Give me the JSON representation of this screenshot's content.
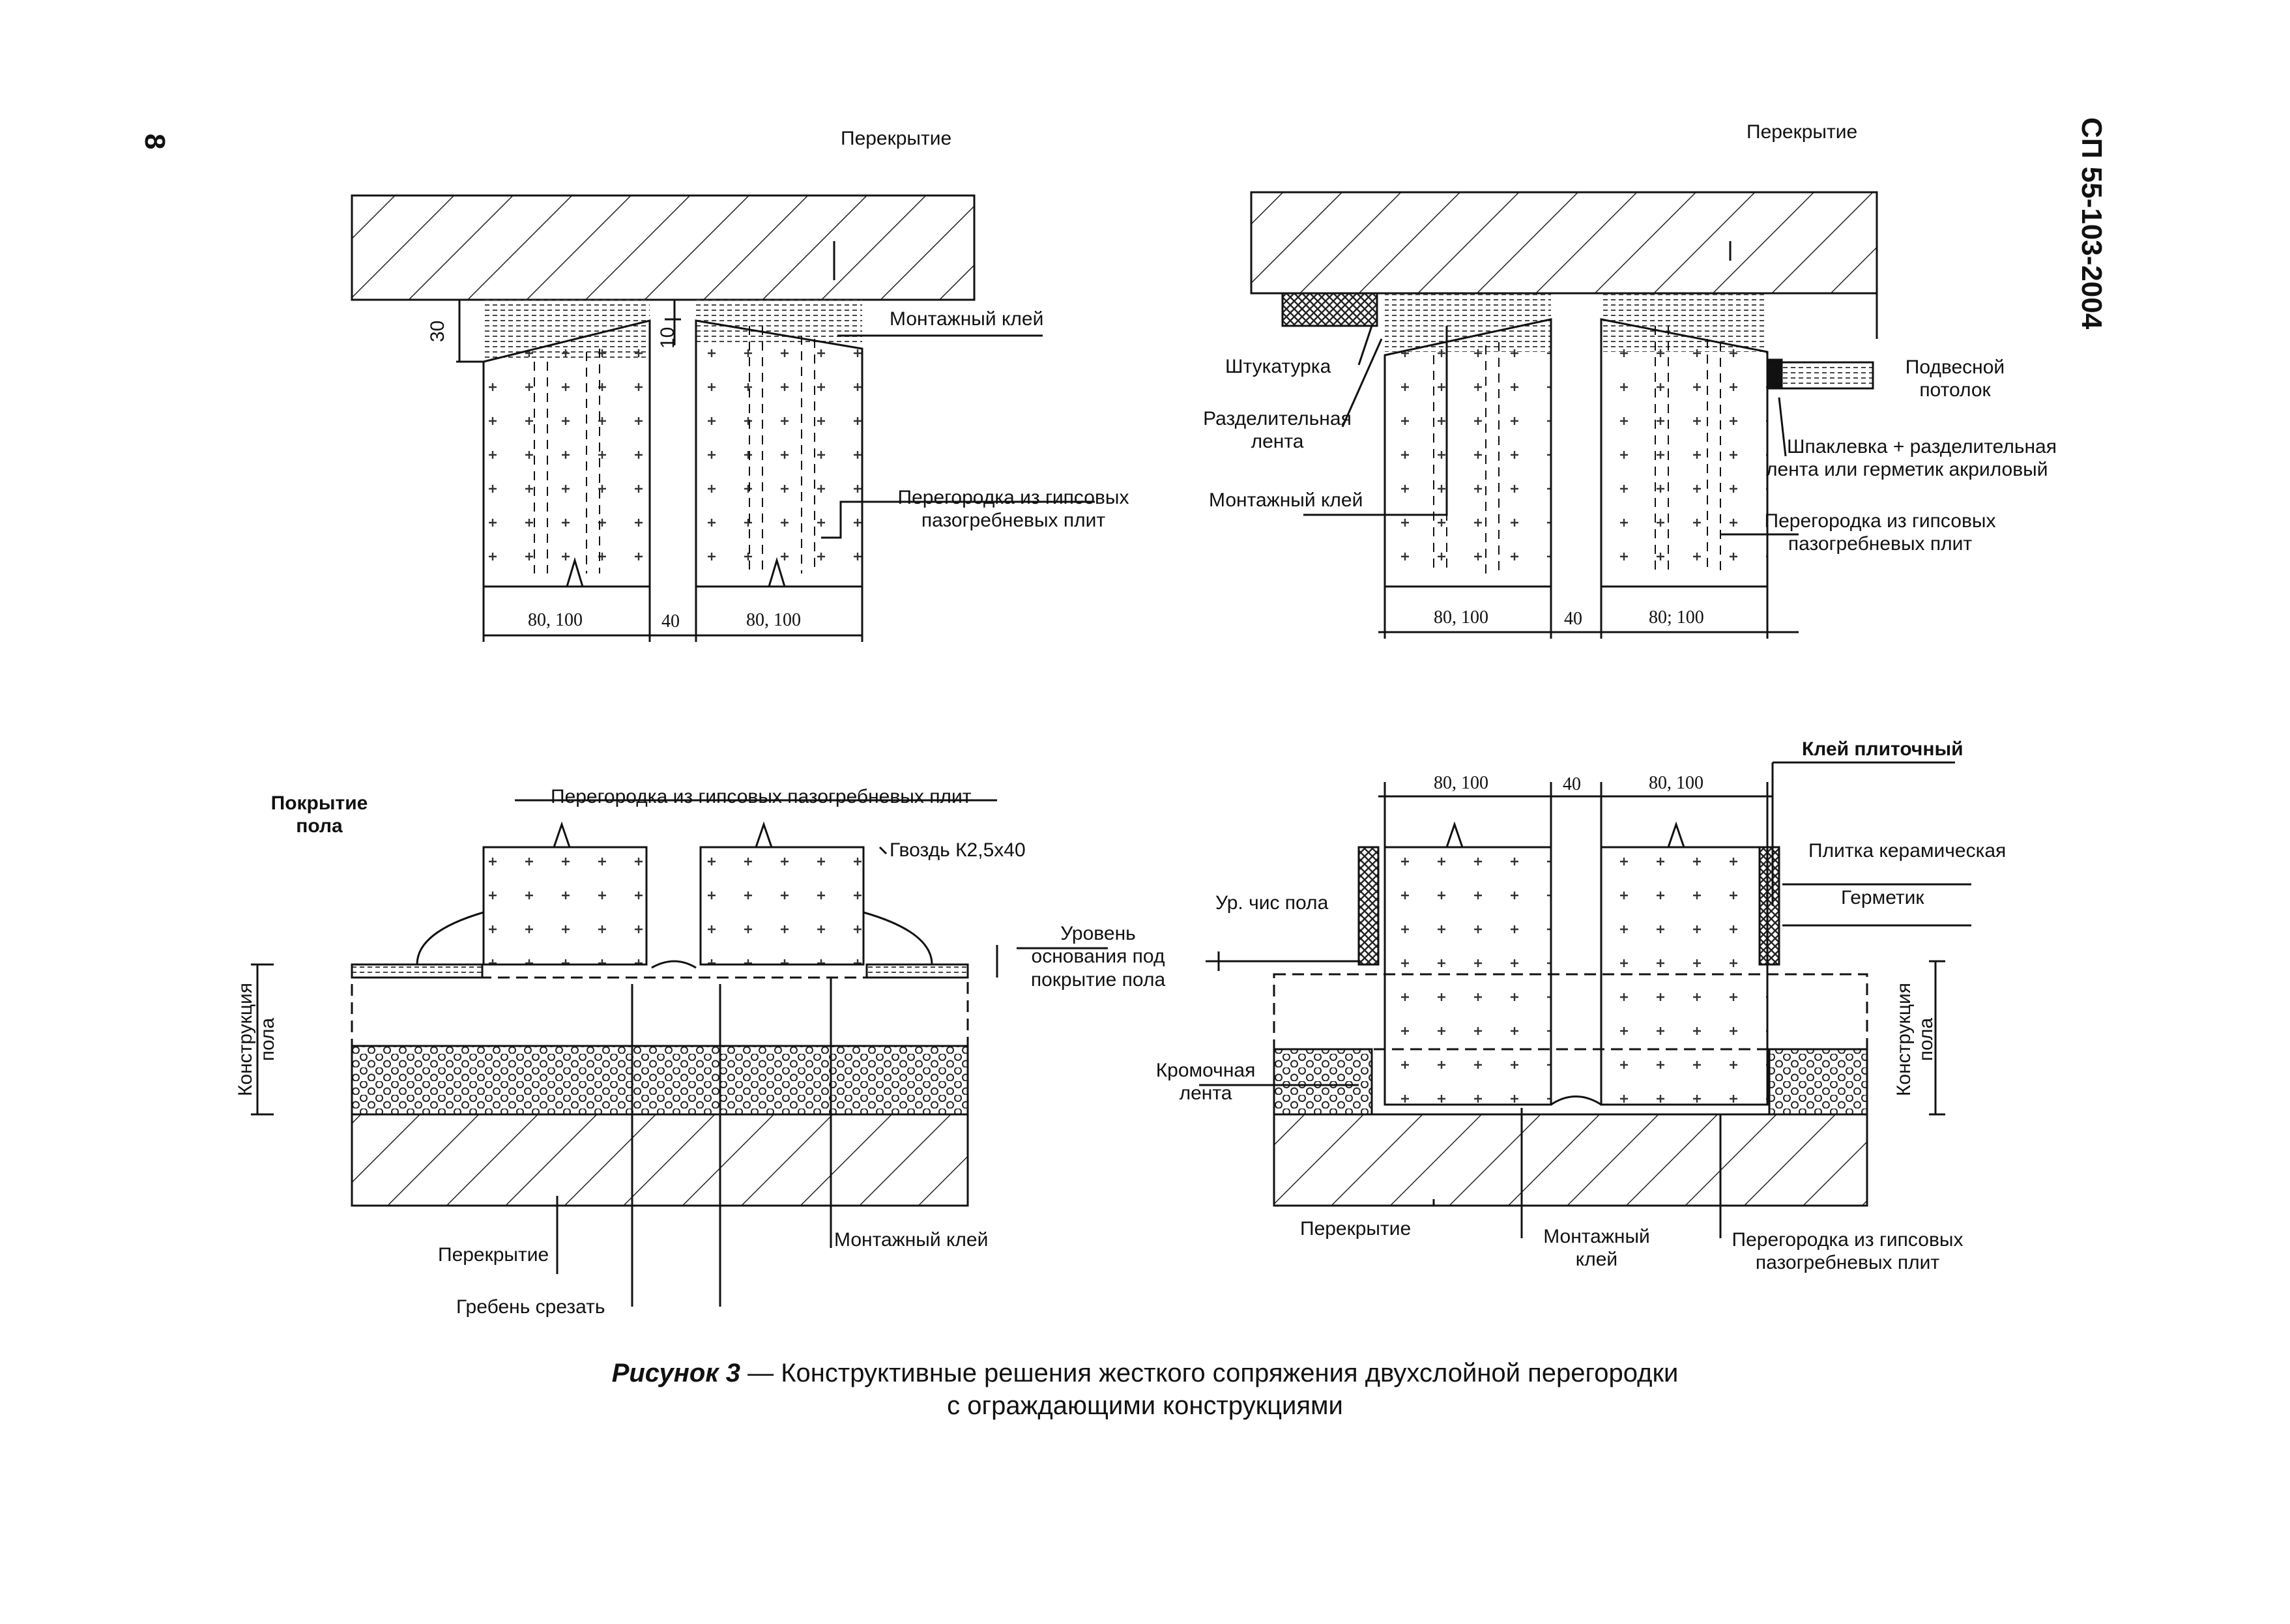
{
  "page": {
    "page_number": "8",
    "document_code": "СП 55-103-2004"
  },
  "caption": {
    "label": "Рисунок 3",
    "dash": " — ",
    "line1": "Конструктивные решения жесткого сопряжения двухслойной перегородки",
    "line2": "с ограждающими конструкциями"
  },
  "details": {
    "top_left": {
      "labels": {
        "overlap": "Перекрытие",
        "adhesive": "Монтажный клей",
        "partition_line1": "Перегородка из гипсовых",
        "partition_line2": "пазогребневых плит"
      },
      "dimensions": {
        "gap_height": "30",
        "small_gap": "10",
        "width_a": "80, 100",
        "gap": "40",
        "width_b": "80, 100"
      }
    },
    "top_right": {
      "labels": {
        "overlap": "Перекрытие",
        "plaster": "Штукатурка",
        "separating_tape_line1": "Разделительная",
        "separating_tape_line2": "лента",
        "adhesive": "Монтажный клей",
        "suspended_ceiling_line1": "Подвесной",
        "suspended_ceiling_line2": "потолок",
        "putty_line1": "Шпаклевка + разделительная",
        "putty_line2": "лента или герметик акриловый",
        "partition_line1": "Перегородка из гипсовых",
        "partition_line2": "пазогребневых плит"
      },
      "dimensions": {
        "width_a": "80, 100",
        "gap": "40",
        "width_b": "80; 100"
      }
    },
    "bottom_left": {
      "labels": {
        "floor_covering_line1": "Покрытие",
        "floor_covering_line2": "пола",
        "partition": "Перегородка из гипсовых пазогребневых плит",
        "nail": "Гвоздь К2,5х40",
        "base_level_line1": "Уровень",
        "base_level_line2": "основания под",
        "base_level_line3": "покрытие пола",
        "floor_construction_line1": "Конструкция",
        "floor_construction_line2": "пола",
        "overlap": "Перекрытие",
        "adhesive": "Монтажный клей",
        "cut_ridge": "Гребень срезать"
      }
    },
    "bottom_right": {
      "labels": {
        "tile_adhesive": "Клей плиточный",
        "ceramic_tile": "Плитка керамическая",
        "sealant": "Герметик",
        "clean_floor_level": "Ур. чис пола",
        "edge_tape_line1": "Кромочная",
        "edge_tape_line2": "лента",
        "floor_construction_line1": "Конструкция",
        "floor_construction_line2": "пола",
        "overlap": "Перекрытие",
        "adhesive_line1": "Монтажный",
        "adhesive_line2": "клей",
        "partition_line1": "Перегородка из гипсовых",
        "partition_line2": "пазогребневых плит"
      },
      "dimensions": {
        "width_a": "80, 100",
        "gap": "40",
        "width_b": "80, 100"
      }
    }
  }
}
